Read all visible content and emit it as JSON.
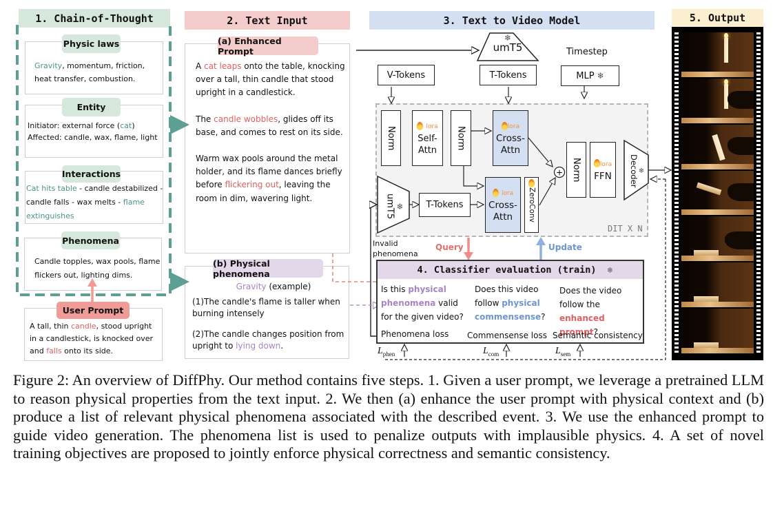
{
  "sections": {
    "cot": "1. Chain-of-Thought",
    "text_input": "2. Text Input",
    "t2v": "3. Text to Video Model",
    "classifier": "4. Classifier evaluation (train)",
    "output": "5. Output"
  },
  "cot": {
    "physic_laws": {
      "title": "Physic laws",
      "highlight": "Gravity",
      "rest": ", momentum, friction, heat transfer, combustion."
    },
    "entity": {
      "title": "Entity",
      "line1_pre": "Initiator: external force (",
      "line1_hl": "cat",
      "line1_post": ")",
      "line2": "Affected: candle, wax, flame, light"
    },
    "interactions": {
      "title": "Interactions",
      "hl1": "Cat hits table",
      "mid": " - candle destabilized - candle falls - wax melts - ",
      "hl2": "flame extinguishes"
    },
    "phenomena": {
      "title": "Phenomena",
      "text": "Candle topples, wax pools, flame flickers out, lighting dims."
    }
  },
  "user_prompt": {
    "title": "User Prompt",
    "p1": "A tall, thin ",
    "hl1": "candle",
    "p2": ",  stood  upright in a candlestick, is knocked over and ",
    "hl2": "falls",
    "p3": " onto its side."
  },
  "enhanced_prompt": {
    "title": "(a) Enhanced Prompt",
    "para1_pre": "A ",
    "para1_hl": "cat leaps",
    "para1_post": " onto the table, knocking over a tall, thin candle that stood upright in a candlestick.",
    "para2_pre": "The ",
    "para2_hl": "candle wobbles",
    "para2_post": ", glides off its base, and comes to rest on its side.",
    "para3_pre": "Warm wax pools around the metal holder, and its flame dances briefly before ",
    "para3_hl": "flickering out",
    "para3_post": ", leaving the room in dim, wavering light."
  },
  "physical_phenomena": {
    "title": "(b) Physical phenomena",
    "law": "Gravity",
    "law_suffix": " (example)",
    "item1": "(1)The candle's flame is taller when burning intensely",
    "item2_pre": "(2)The candle changes position from upright to ",
    "item2_hl": "lying down",
    "item2_post": "."
  },
  "model": {
    "umt5_top": "umT5",
    "v_tokens": "V-Tokens",
    "t_tokens_top": "T-Tokens",
    "timestep": "Timestep",
    "mlp": "MLP",
    "norm1": "Norm",
    "self_attn": "Self-\nAttn",
    "norm2": "Norm",
    "cross_attn1": "Cross-\nAttn",
    "umt5_side": "umT5",
    "t_tokens_mid": "T-Tokens",
    "cross_attn2": "Cross-\nAttn",
    "zeroconv": "ZeroConv",
    "plus": "+",
    "norm3": "Norm",
    "ffn": "FFN",
    "decoder": "Decoder",
    "dit_label": "DIT X N",
    "lora": "lora",
    "invalid": "Invalid\nphenomena",
    "query": "Query",
    "update": "Update"
  },
  "classifier": {
    "q1_pre": "Is this ",
    "q1_hl": "physical phenomena",
    "q1_post": " valid for the given video?",
    "q2_pre": "Does this video follow ",
    "q2_hl": "physical commensense",
    "q2_post": "?",
    "q3_pre": "Does the video follow the ",
    "q3_hl": "enhanced prompt",
    "q3_post": "?",
    "loss1": "Phenomena loss",
    "loss2": "Commensense loss",
    "loss3": "Semantic consistency",
    "l_phen": "L",
    "l_phen_sub": "phen",
    "l_com": "L",
    "l_com_sub": "com",
    "l_sem": "L",
    "l_sem_sub": "sem"
  },
  "output": {
    "frames": [
      "candle upright, lit",
      "cat approaches lit candle",
      "candle tipping over",
      "candle falling, cat paw",
      "candle on side, cat",
      "candle on side, extinguished",
      "candle on side, dark"
    ]
  },
  "colors": {
    "cot": "#d6e7dc",
    "teal": "#5c9f93",
    "text_input": "#f4cccc",
    "user_prompt": "#ef9c98",
    "t2v": "#d4e0f2",
    "classifier": "#e3d7ea",
    "output": "#fcefcf"
  },
  "caption": "Figure 2: An overview of DiffPhy. Our method contains five steps. 1. Given a user prompt, we leverage a pretrained LLM to reason physical properties from the text input. 2. We then (a) enhance the user prompt with physical context and (b) produce a list of relevant physical phenomena associated with the described event. 3. We use the enhanced prompt to guide video generation. The phenomena list is used to penalize outputs with implausible physics. 4. A set of novel training objectives are proposed to jointly enforce physical correctness and semantic consistency."
}
